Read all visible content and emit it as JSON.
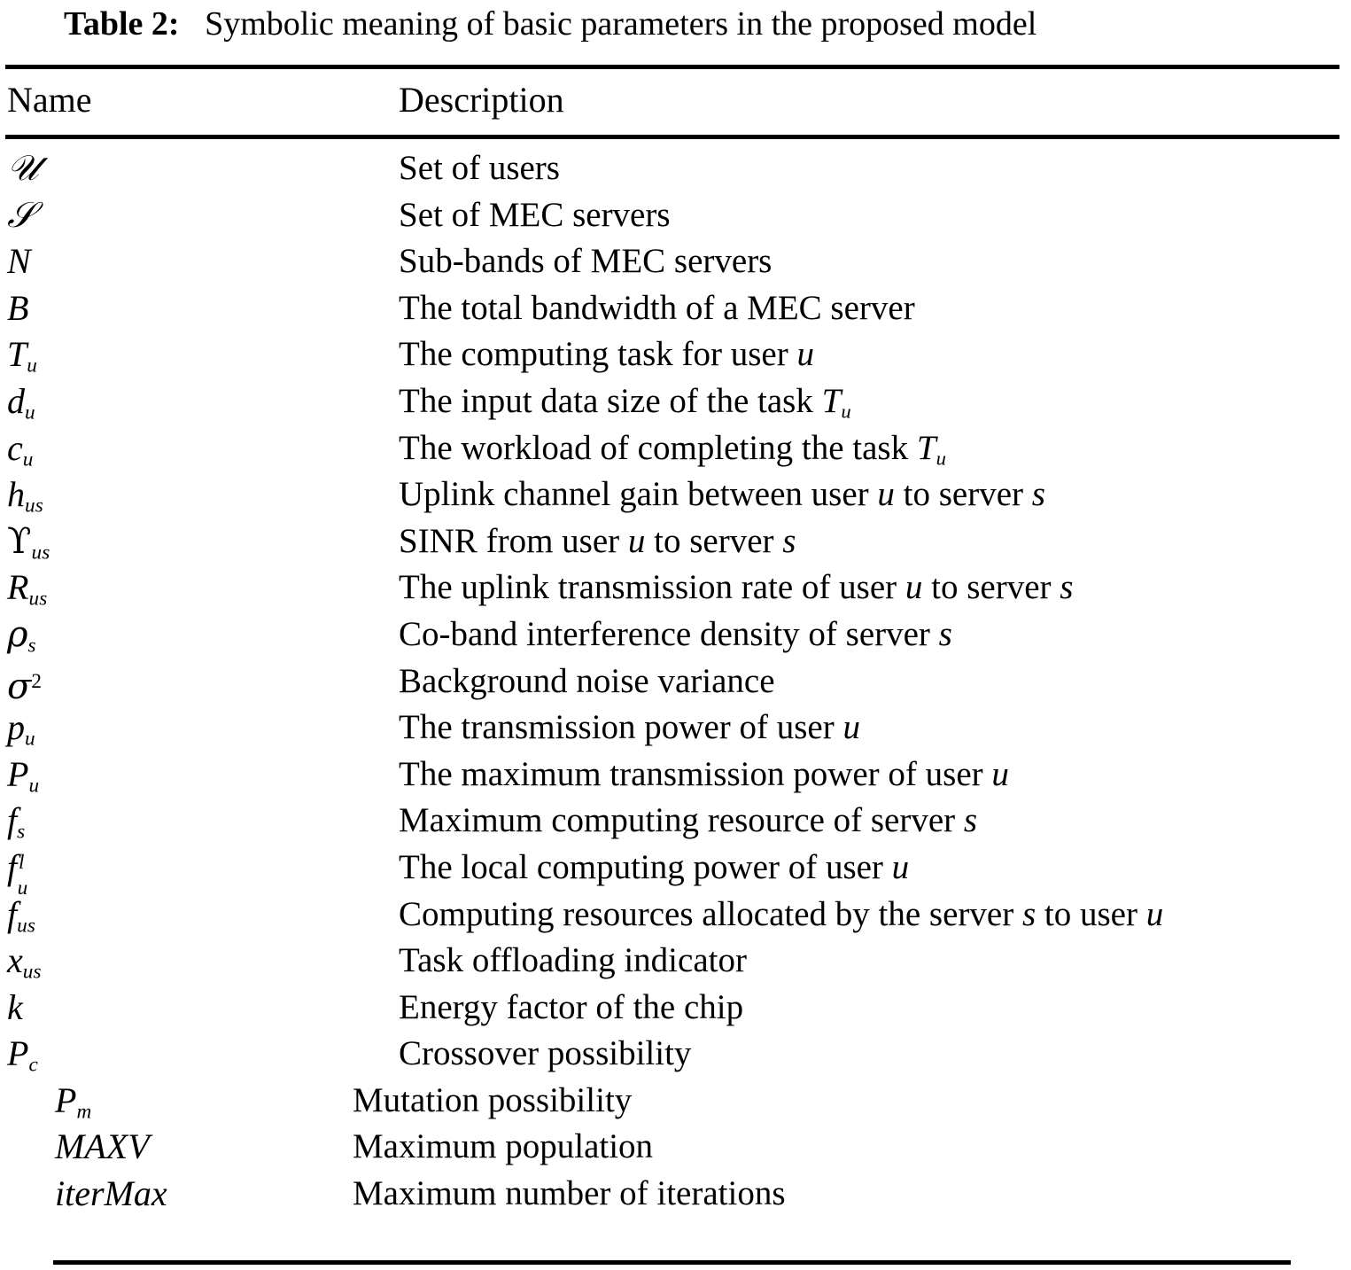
{
  "caption": {
    "label": "Table 2:",
    "text": "Symbolic meaning of basic parameters in the proposed model"
  },
  "header": {
    "name": "Name",
    "description": "Description"
  },
  "rows": [
    {
      "symbol": "𝒰",
      "symbol_plain": "U (calligraphic)",
      "description": "Set of users"
    },
    {
      "symbol": "𝒮",
      "symbol_plain": "S (calligraphic)",
      "description": "Set of MEC servers"
    },
    {
      "symbol": "N",
      "symbol_plain": "N",
      "description": "Sub-bands of MEC servers"
    },
    {
      "symbol": "B",
      "symbol_plain": "B",
      "description": "The total bandwidth of a MEC server"
    },
    {
      "symbol": "T",
      "sub": "u",
      "symbol_plain": "T_u",
      "description": "The computing task for user u",
      "desc_math_tail": ""
    },
    {
      "symbol": "d",
      "sub": "u",
      "symbol_plain": "d_u",
      "description": "The input data size of the task T_u"
    },
    {
      "symbol": "c",
      "sub": "u",
      "symbol_plain": "c_u",
      "description": "The workload of completing the task T_u"
    },
    {
      "symbol": "h",
      "sub": "us",
      "symbol_plain": "h_us",
      "description": "Uplink channel gain between user u to server s"
    },
    {
      "symbol": "ϒ",
      "sub": "us",
      "symbol_plain": "Upsilon_us",
      "description": "SINR from user u to server s"
    },
    {
      "symbol": "R",
      "sub": "us",
      "symbol_plain": "R_us",
      "description": "The uplink transmission rate of user u to server s"
    },
    {
      "symbol": "ρ",
      "sub": "s",
      "symbol_plain": "rho_s",
      "description": "Co-band interference density of server s"
    },
    {
      "symbol": "σ",
      "sup": "2",
      "symbol_plain": "sigma^2",
      "description": "Background noise variance"
    },
    {
      "symbol": "p",
      "sub": "u",
      "symbol_plain": "p_u",
      "description": "The transmission power of user u"
    },
    {
      "symbol": "P",
      "sub": "u",
      "symbol_plain": "P_u",
      "description": "The maximum transmission power of user u"
    },
    {
      "symbol": "f",
      "sub": "s",
      "symbol_plain": "f_s",
      "description": "Maximum computing resource of server s"
    },
    {
      "symbol": "f",
      "sub": "u",
      "sup": "l",
      "symbol_plain": "f_u^l",
      "description": "The local computing power of user u"
    },
    {
      "symbol": "f",
      "sub": "us",
      "symbol_plain": "f_us",
      "description": "Computing resources allocated by the server s to user u"
    },
    {
      "symbol": "x",
      "sub": "us",
      "symbol_plain": "x_us",
      "description": "Task offloading indicator"
    },
    {
      "symbol": "k",
      "symbol_plain": "k",
      "description": "Energy factor of the chip"
    },
    {
      "symbol": "P",
      "sub": "c",
      "symbol_plain": "P_c",
      "description": "Crossover possibility"
    },
    {
      "symbol": "P",
      "sub": "m",
      "symbol_plain": "P_m",
      "description": "Mutation possibility",
      "indent": true
    },
    {
      "symbol": "MAXV",
      "symbol_plain": "MAXV",
      "description": "Maximum population",
      "indent": true
    },
    {
      "symbol": "iterMax",
      "symbol_plain": "iterMax",
      "description": "Maximum number of iterations",
      "indent": true
    }
  ],
  "colors": {
    "text": "#000000",
    "background": "#ffffff",
    "rule": "#000000"
  }
}
